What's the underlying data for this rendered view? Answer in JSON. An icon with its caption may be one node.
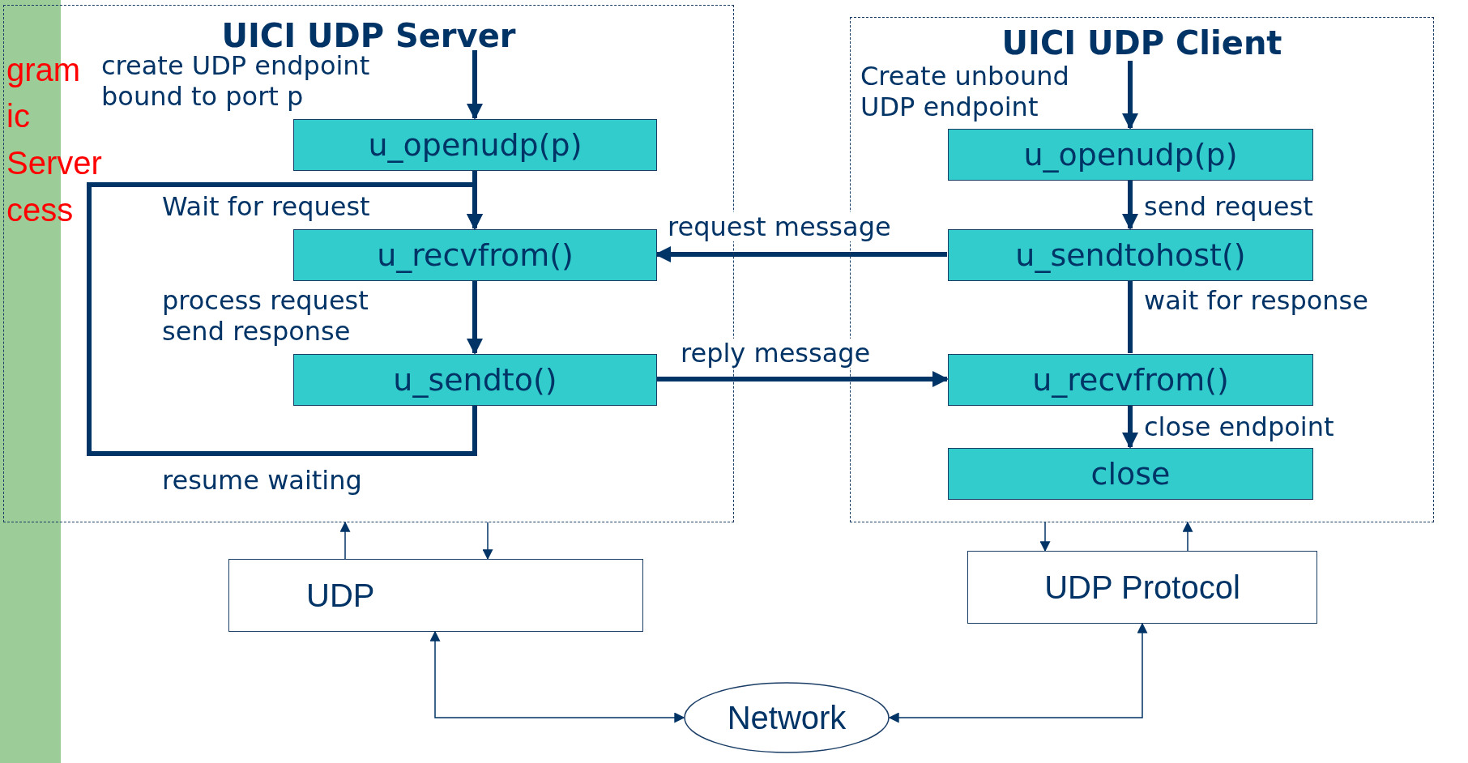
{
  "diagram": {
    "nodes": [
      {
        "text": [
          "UICI UDP Server"
        ]
      },
      {
        "text": [
          "u_openudp(p)"
        ],
        "in": 0
      },
      {
        "text": [
          "u_recvfrom()"
        ],
        "in": 0
      },
      {
        "text": [
          "u_sendto()"
        ],
        "in": 0
      },
      {
        "text": [
          "UICI UDP Client"
        ]
      },
      {
        "text": [
          "u_openudp(p)"
        ],
        "in": 4
      },
      {
        "text": [
          "u_sendtohost()"
        ],
        "in": 4
      },
      {
        "text": [
          "u_recvfrom()"
        ],
        "in": 4
      },
      {
        "text": [
          "close"
        ],
        "in": 4
      },
      {
        "text": [
          "UDP"
        ]
      },
      {
        "text": [
          "UDP Protocol"
        ]
      },
      {
        "text": [
          "Network"
        ]
      }
    ],
    "edges": [
      {
        "from": null,
        "to": 1,
        "arrow": "to"
      },
      {
        "from": 1,
        "to": 2,
        "arrow": "to"
      },
      {
        "from": 2,
        "to": 3,
        "arrow": "to"
      },
      {
        "from": 3,
        "to": 2,
        "arrow": "to"
      },
      {
        "from": null,
        "to": 5,
        "arrow": "to"
      },
      {
        "from": 5,
        "to": 6,
        "arrow": "to"
      },
      {
        "from": 6,
        "to": 7,
        "arrow": "none"
      },
      {
        "from": 7,
        "to": 8,
        "arrow": "to"
      },
      {
        "from": 6,
        "to": 2,
        "arrow": "to",
        "label": "request message"
      },
      {
        "from": 3,
        "to": 7,
        "arrow": "to",
        "label": "reply message"
      },
      {
        "from": 0,
        "to": 9,
        "arrow": "to"
      },
      {
        "from": 9,
        "to": 0,
        "arrow": "to"
      },
      {
        "from": 4,
        "to": 10,
        "arrow": "to"
      },
      {
        "from": 10,
        "to": 4,
        "arrow": "to"
      },
      {
        "from": 9,
        "to": 11,
        "arrow": "both"
      },
      {
        "from": 10,
        "to": 11,
        "arrow": "both"
      }
    ],
    "labels": [
      "gram",
      "ic",
      "Server",
      "cess",
      "create UDP endpoint bound to port p",
      "Wait for request",
      "process request",
      "send response",
      "resume waiting",
      "Create unbound UDP endpoint",
      "send request",
      "wait for response",
      "close endpoint"
    ]
  }
}
